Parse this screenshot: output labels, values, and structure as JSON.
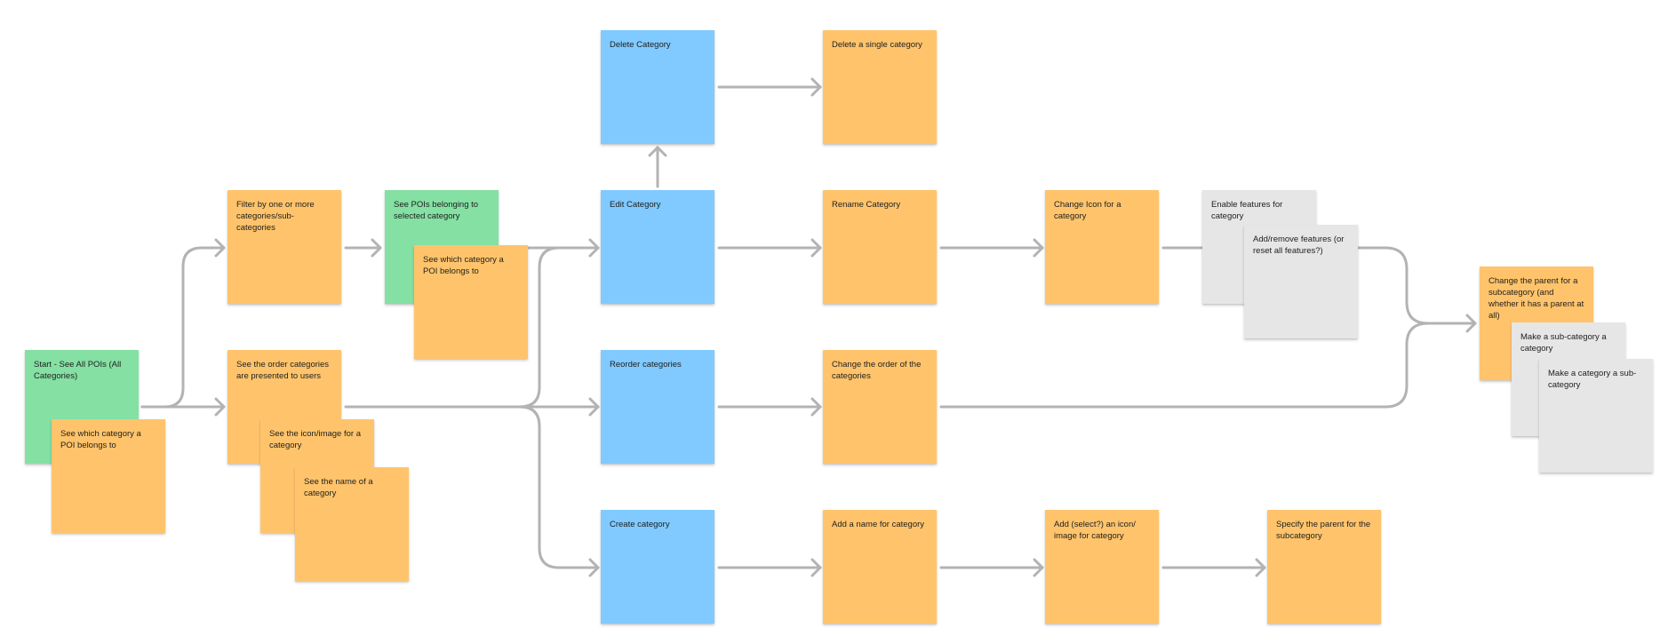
{
  "colors": {
    "yellow": "#ffc46b",
    "green": "#85e0a3",
    "blue": "#80caff",
    "gray": "#e6e6e6",
    "connector": "#b3b3b3"
  },
  "notes": {
    "start": "Start - See All POIs (All Categories)",
    "start_which_category": "See which category a POI belongs to",
    "filter": "Filter by one or more categories/sub-categories",
    "see_pois_selected": "See POIs belonging to selected category",
    "see_which_category": "See which category a POI belongs to",
    "see_order": "See the order categories are presented to users",
    "see_icon": "See the icon/image for a category",
    "see_name": "See the name of a category",
    "delete_category": "Delete Category",
    "delete_single": "Delete a single category",
    "edit_category": "Edit Category",
    "rename_category": "Rename Category",
    "change_icon": "Change Icon for a category",
    "enable_features": "Enable features for category",
    "add_remove_features": "Add/remove features (or reset all features?)",
    "change_parent": "Change the parent for a subcategory (and whether it has a parent at all)",
    "make_subcategory": "Make a sub-category a category",
    "make_category_sub": "Make a category a sub-category",
    "reorder_categories": "Reorder categories",
    "change_order": "Change the order of the categories",
    "create_category": "Create category",
    "add_name": "Add a name for category",
    "add_icon": "Add (select?) an icon/ image for category",
    "specify_parent": "Specify the parent for the subcategory"
  }
}
